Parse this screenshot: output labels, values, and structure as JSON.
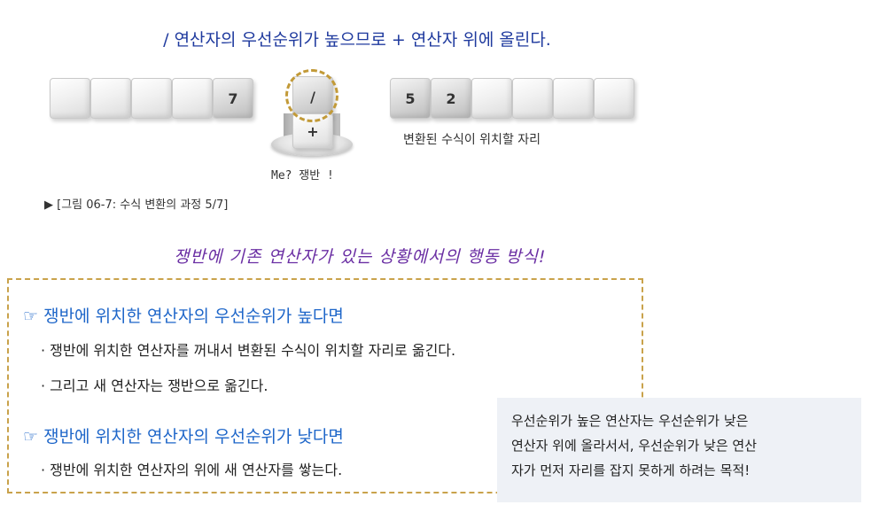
{
  "top_caption": "/ 연산자의 우선순위가 높으므로 + 연산자 위에 올린다.",
  "input_cubes": [
    "",
    "",
    "",
    "",
    "7"
  ],
  "tray": {
    "top": "/",
    "bottom": "+",
    "caption": "Me? 쟁반 !"
  },
  "output_cubes": [
    "5",
    "2",
    "",
    "",
    "",
    ""
  ],
  "output_caption": "변환된 수식이 위치할 자리",
  "figure_caption": "▶ [그림 06-7: 수식 변환의 과정 5/7]",
  "hand_title": "쟁반에 기존 연산자가 있는 상황에서의 행동 방식!",
  "rules": [
    {
      "head_icon": "☞",
      "head": "쟁반에 위치한 연산자의 우선순위가 높다면",
      "items": [
        "· 쟁반에 위치한 연산자를 꺼내서 변환된 수식이 위치할 자리로 옮긴다.",
        "· 그리고 새 연산자는 쟁반으로 옮긴다."
      ]
    },
    {
      "head_icon": "☞",
      "head": "쟁반에 위치한 연산자의 우선순위가 낮다면",
      "items": [
        "· 쟁반에 위치한 연산자의 위에 새 연산자를 쌓는다."
      ]
    }
  ],
  "note_lines": [
    "우선순위가 높은 연산자는 우선순위가 낮은",
    "연산자 위에 올라서서, 우선순위가 낮은 연산",
    "자가 먼저 자리를 잡지 못하게 하려는 목적!"
  ]
}
